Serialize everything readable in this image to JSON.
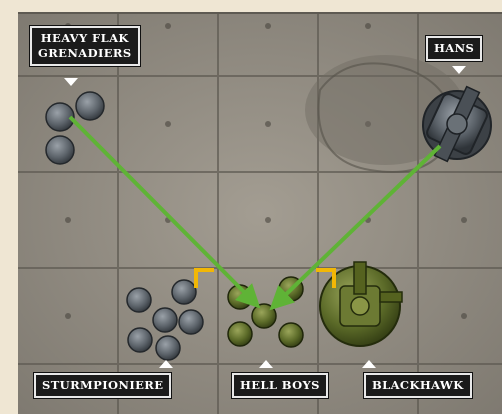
{
  "units": {
    "heavy_flak": {
      "line1": "HEAVY FLAK",
      "line2": "GRENADIERS"
    },
    "hans": {
      "label": "HANS"
    },
    "sturmpioniere": {
      "label": "STURMPIONIERE"
    },
    "hell_boys": {
      "label": "HELL BOYS"
    },
    "blackhawk": {
      "label": "BLACKHAWK"
    }
  },
  "colors": {
    "paper": "#efe6d3",
    "tile": "#8f8a80",
    "grid_line": "#5e5a52",
    "label_bg": "#1b1b1b",
    "label_text": "#ffffff",
    "arrow": "#5fb336",
    "target_bracket": "#f2b705",
    "axis_model": "#6e747a",
    "allied_model": "#5d6b2c"
  },
  "icons": [
    "arrow-icon",
    "target-bracket-icon",
    "pointer-icon"
  ]
}
